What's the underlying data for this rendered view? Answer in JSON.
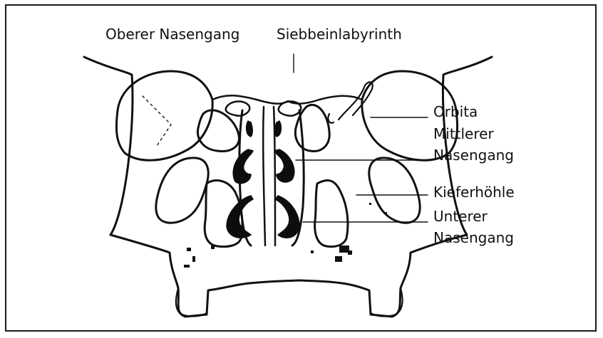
{
  "labels": {
    "oberer_nasengang": "Oberer Nasengang",
    "siebbeinlabyrinth": "Siebbeinlabyrinth",
    "orbita": "Orbita",
    "mittlerer_line1": "Mittlerer",
    "mittlerer_line2": "Nasengang",
    "kieferhoehle": "Kieferhöhle",
    "unterer_line1": "Unterer",
    "unterer_line2": "Nasengang"
  },
  "colors": {
    "ink": "#111111",
    "frame": "#1a1a1a",
    "fill_dark": "#0d0d0d"
  }
}
